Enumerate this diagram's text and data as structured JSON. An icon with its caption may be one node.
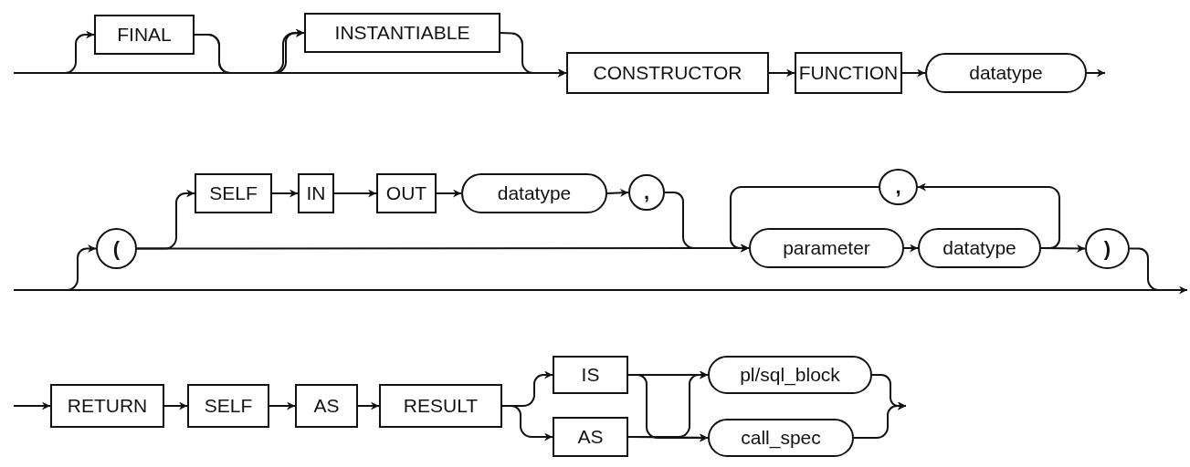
{
  "diagram": {
    "nodes": [
      {
        "text": [
          "FINAL"
        ]
      },
      {
        "text": [
          "INSTANTIABLE"
        ]
      },
      {
        "text": [
          "CONSTRUCTOR"
        ]
      },
      {
        "text": [
          "FUNCTION"
        ]
      },
      {
        "text": [
          "datatype"
        ]
      },
      {
        "text": [
          "("
        ]
      },
      {
        "text": [
          "SELF"
        ]
      },
      {
        "text": [
          "IN"
        ]
      },
      {
        "text": [
          "OUT"
        ]
      },
      {
        "text": [
          "datatype"
        ]
      },
      {
        "text": [
          ","
        ]
      },
      {
        "text": [
          ","
        ]
      },
      {
        "text": [
          "parameter"
        ]
      },
      {
        "text": [
          "datatype"
        ]
      },
      {
        "text": [
          ")"
        ]
      },
      {
        "text": [
          "RETURN"
        ]
      },
      {
        "text": [
          "SELF"
        ]
      },
      {
        "text": [
          "AS"
        ]
      },
      {
        "text": [
          "RESULT"
        ]
      },
      {
        "text": [
          "IS"
        ]
      },
      {
        "text": [
          "AS"
        ]
      },
      {
        "text": [
          "pl/sql_block"
        ]
      },
      {
        "text": [
          "call_spec"
        ]
      }
    ],
    "edges": [
      {
        "from": null,
        "to": 0,
        "arrow": "to"
      },
      {
        "from": null,
        "to": 1,
        "arrow": "to"
      },
      {
        "from": 0,
        "to": 1,
        "arrow": "to"
      },
      {
        "from": null,
        "to": 2,
        "arrow": "to"
      },
      {
        "from": 0,
        "to": 2,
        "arrow": "to"
      },
      {
        "from": 1,
        "to": 2,
        "arrow": "to"
      },
      {
        "from": 2,
        "to": 3,
        "arrow": "to"
      },
      {
        "from": 3,
        "to": 4,
        "arrow": "to"
      },
      {
        "from": 4,
        "to": null,
        "arrow": "to"
      },
      {
        "from": null,
        "to": 5,
        "arrow": "to"
      },
      {
        "from": 5,
        "to": 6,
        "arrow": "to"
      },
      {
        "from": 5,
        "to": 12,
        "arrow": "to"
      },
      {
        "from": 6,
        "to": 7,
        "arrow": "to"
      },
      {
        "from": 7,
        "to": 8,
        "arrow": "to"
      },
      {
        "from": 8,
        "to": 9,
        "arrow": "to"
      },
      {
        "from": 9,
        "to": 10,
        "arrow": "to"
      },
      {
        "from": 10,
        "to": 12,
        "arrow": "to"
      },
      {
        "from": 12,
        "to": 13,
        "arrow": "to"
      },
      {
        "from": 13,
        "to": 11,
        "arrow": "to"
      },
      {
        "from": 11,
        "to": 12,
        "arrow": "to"
      },
      {
        "from": 13,
        "to": 14,
        "arrow": "to"
      },
      {
        "from": 14,
        "to": null,
        "arrow": "to"
      },
      {
        "from": null,
        "to": 15,
        "arrow": "to"
      },
      {
        "from": 15,
        "to": 16,
        "arrow": "to"
      },
      {
        "from": 16,
        "to": 17,
        "arrow": "to"
      },
      {
        "from": 17,
        "to": 18,
        "arrow": "to"
      },
      {
        "from": 18,
        "to": 19,
        "arrow": "to"
      },
      {
        "from": 18,
        "to": 20,
        "arrow": "to"
      },
      {
        "from": 19,
        "to": 21,
        "arrow": "to"
      },
      {
        "from": 19,
        "to": 22,
        "arrow": "to"
      },
      {
        "from": 20,
        "to": 21,
        "arrow": "to"
      },
      {
        "from": 20,
        "to": 22,
        "arrow": "to"
      },
      {
        "from": 21,
        "to": null,
        "arrow": "to"
      },
      {
        "from": 22,
        "to": null,
        "arrow": "to"
      }
    ]
  }
}
